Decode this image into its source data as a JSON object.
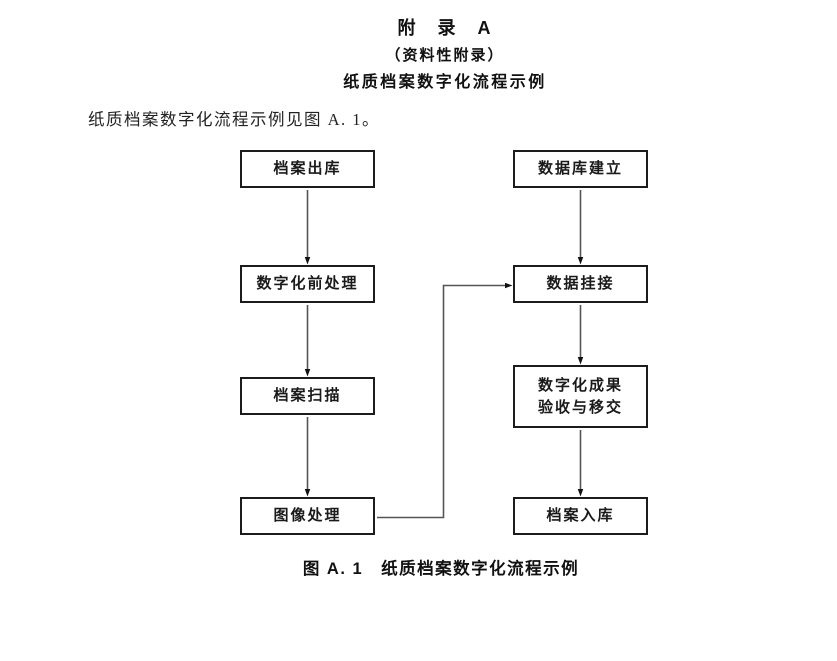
{
  "document": {
    "appendix_title": "附　录　A",
    "appendix_subtitle": "（资料性附录）",
    "appendix_heading": "纸质档案数字化流程示例",
    "body_text": "纸质档案数字化流程示例见图 A. 1。",
    "figure_caption": "图 A. 1　纸质档案数字化流程示例"
  },
  "flowchart": {
    "boxes": [
      {
        "label": "档案出库"
      },
      {
        "label": "数字化前处理"
      },
      {
        "label": "档案扫描"
      },
      {
        "label": "图像处理"
      },
      {
        "label": "数据库建立"
      },
      {
        "label": "数据挂接"
      },
      {
        "line1": "数字化成果",
        "line2": "验收与移交"
      },
      {
        "label": "档案入库"
      }
    ],
    "line_color": "#555555",
    "arrow_color": "#111111",
    "box_border_color": "#1c1c1c"
  }
}
